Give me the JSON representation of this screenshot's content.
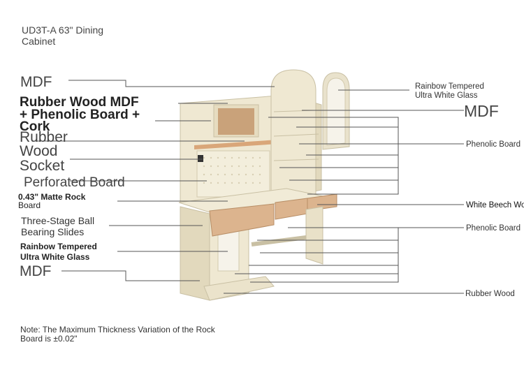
{
  "title": "UD3T-A 63\" Dining Cabinet",
  "labels": {
    "l_mdf_top": "MDF",
    "l_rubberwood": "Rubber Wood MDF",
    "l_phenolic_plus": "+ Phenolic Board +",
    "l_cork": "Cork",
    "l_rubber": "Rubber",
    "l_wood": "Wood",
    "l_socket": "Socket",
    "l_perforated": "Perforated Board",
    "l_matte_1": "0.43\" Matte Rock",
    "l_matte_2": "Board",
    "l_slides_1": "Three-Stage Ball",
    "l_slides_2": "Bearing Slides",
    "l_glass_left_1": "Rainbow Tempered",
    "l_glass_left_2": "Ultra White Glass",
    "l_mdf_bottom": "MDF",
    "r_glass_1": "Rainbow Tempered",
    "r_glass_2": "Ultra White Glass",
    "r_mdf": "MDF",
    "r_phenolic_1": "Phenolic Board",
    "r_beech": "White Beech Wo",
    "r_phenolic_2": "Phenolic Board",
    "r_rubberwood": "Rubber Wood"
  },
  "note": "Note: The Maximum Thickness Variation of the Rock Board is ±0.02\"",
  "colors": {
    "cabinet_cream": "#efe8d2",
    "cabinet_shade": "#ddd4b8",
    "wood_drawer": "#dcb48e",
    "cork": "#c9a27a",
    "leader_line": "#555555"
  }
}
